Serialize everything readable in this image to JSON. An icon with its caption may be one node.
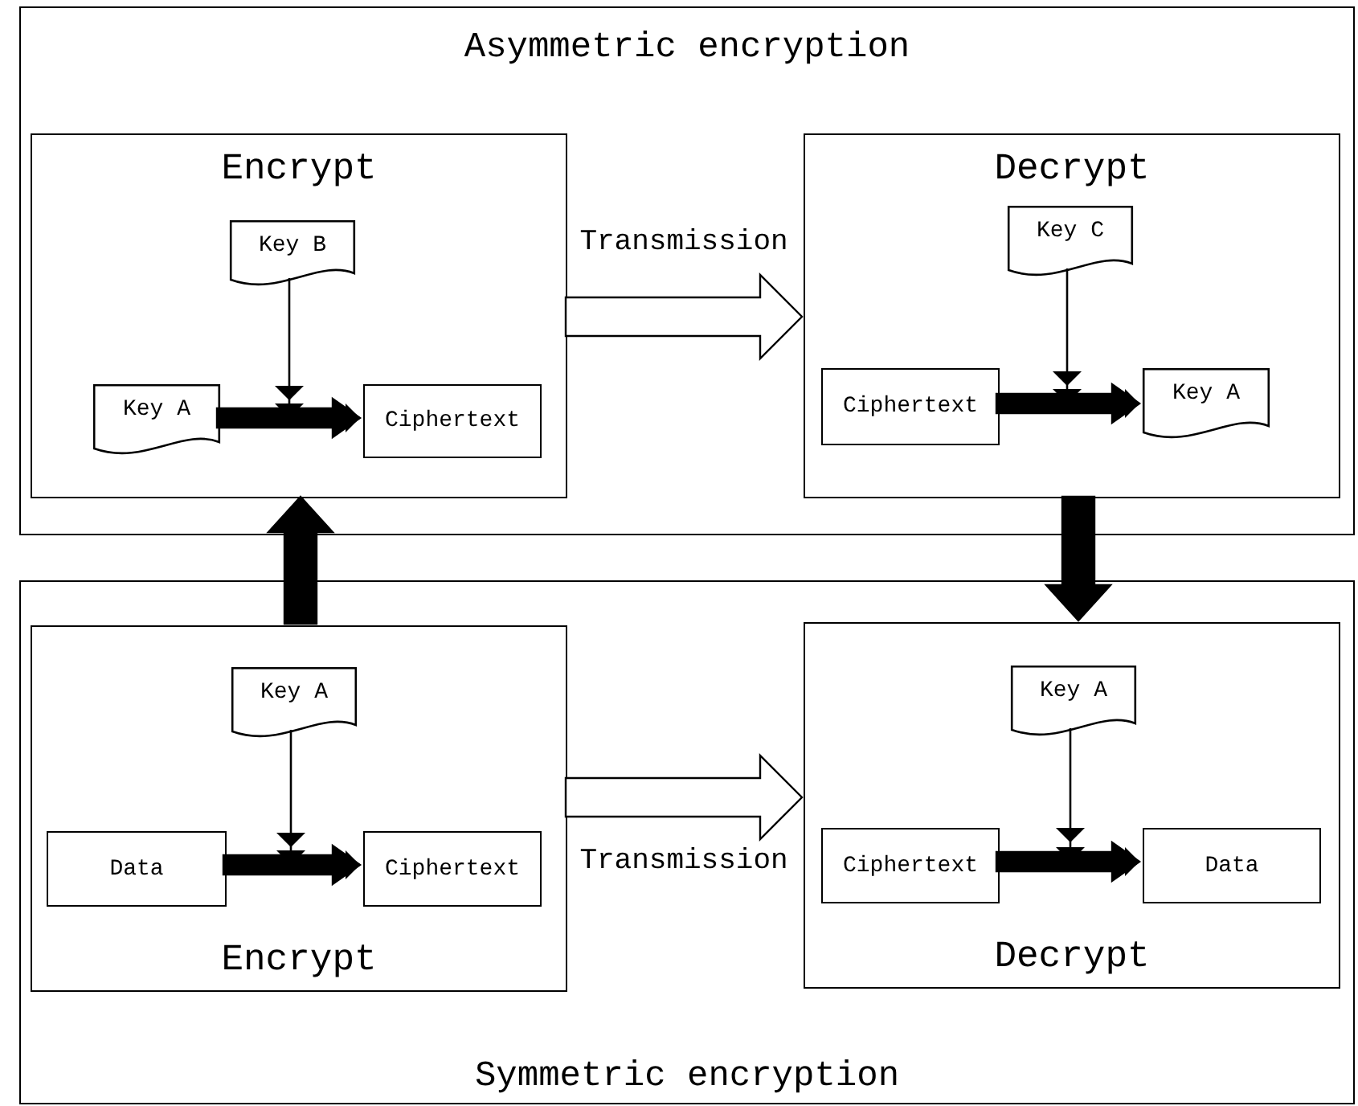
{
  "diagram": {
    "nodes": [
      {
        "text": [
          "Asymmetric encryption"
        ]
      },
      {
        "text": [
          "Encrypt"
        ],
        "in": 0
      },
      {
        "text": [
          "Key B"
        ],
        "in": 1
      },
      {
        "text": [
          "Key A"
        ],
        "in": 1
      },
      {
        "text": [
          "Ciphertext"
        ],
        "in": 1
      },
      {
        "text": [
          "Decrypt"
        ],
        "in": 0
      },
      {
        "text": [
          "Key C"
        ],
        "in": 5
      },
      {
        "text": [
          "Ciphertext"
        ],
        "in": 5
      },
      {
        "text": [
          "Key A"
        ],
        "in": 5
      },
      {
        "text": [
          "Symmetric encryption"
        ]
      },
      {
        "text": [
          "Encrypt"
        ],
        "in": 9
      },
      {
        "text": [
          "Key A"
        ],
        "in": 10
      },
      {
        "text": [
          "Data"
        ],
        "in": 10
      },
      {
        "text": [
          "Ciphertext"
        ],
        "in": 10
      },
      {
        "text": [
          "Decrypt"
        ],
        "in": 9
      },
      {
        "text": [
          "Key A"
        ],
        "in": 14
      },
      {
        "text": [
          "Ciphertext"
        ],
        "in": 14
      },
      {
        "text": [
          "Data"
        ],
        "in": 14
      }
    ],
    "edges": [
      {
        "from": 2,
        "to": 4,
        "arrow": "to"
      },
      {
        "from": 3,
        "to": 4,
        "arrow": "to",
        "style": "thick"
      },
      {
        "from": 1,
        "to": 5,
        "arrow": "to",
        "label": "Transmission",
        "style": "thick",
        "color": "#ffffff"
      },
      {
        "from": 6,
        "to": 8,
        "arrow": "to"
      },
      {
        "from": 7,
        "to": 8,
        "arrow": "to",
        "style": "thick"
      },
      {
        "from": 10,
        "to": 1,
        "arrow": "to",
        "style": "thick"
      },
      {
        "from": 5,
        "to": 14,
        "arrow": "to",
        "style": "thick"
      },
      {
        "from": 11,
        "to": 13,
        "arrow": "to"
      },
      {
        "from": 12,
        "to": 13,
        "arrow": "to",
        "style": "thick"
      },
      {
        "from": 10,
        "to": 14,
        "arrow": "to",
        "label": "Transmission",
        "style": "thick",
        "color": "#ffffff"
      },
      {
        "from": 15,
        "to": 17,
        "arrow": "to"
      },
      {
        "from": 16,
        "to": 17,
        "arrow": "to",
        "style": "thick"
      }
    ]
  }
}
